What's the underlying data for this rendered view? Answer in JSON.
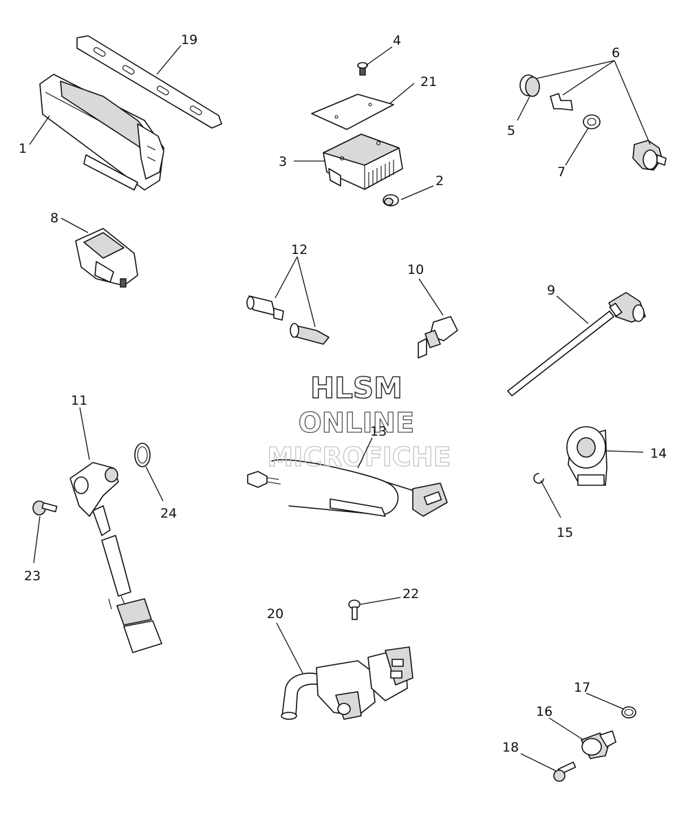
{
  "watermark": {
    "line1": "HLSM",
    "line2": "ONLINE",
    "line3": "MICROFICHE"
  },
  "callouts": [
    {
      "id": "c1",
      "label": "1"
    },
    {
      "id": "c2",
      "label": "2"
    },
    {
      "id": "c3",
      "label": "3"
    },
    {
      "id": "c4",
      "label": "4"
    },
    {
      "id": "c5",
      "label": "5"
    },
    {
      "id": "c6",
      "label": "6"
    },
    {
      "id": "c7",
      "label": "7"
    },
    {
      "id": "c8",
      "label": "8"
    },
    {
      "id": "c9",
      "label": "9"
    },
    {
      "id": "c10",
      "label": "10"
    },
    {
      "id": "c11",
      "label": "11"
    },
    {
      "id": "c12",
      "label": "12"
    },
    {
      "id": "c13",
      "label": "13"
    },
    {
      "id": "c14",
      "label": "14"
    },
    {
      "id": "c15",
      "label": "15"
    },
    {
      "id": "c16",
      "label": "16"
    },
    {
      "id": "c17",
      "label": "17"
    },
    {
      "id": "c18",
      "label": "18"
    },
    {
      "id": "c19",
      "label": "19"
    },
    {
      "id": "c20",
      "label": "20"
    },
    {
      "id": "c21",
      "label": "21"
    },
    {
      "id": "c22",
      "label": "22"
    },
    {
      "id": "c23",
      "label": "23"
    },
    {
      "id": "c24",
      "label": "24"
    }
  ]
}
